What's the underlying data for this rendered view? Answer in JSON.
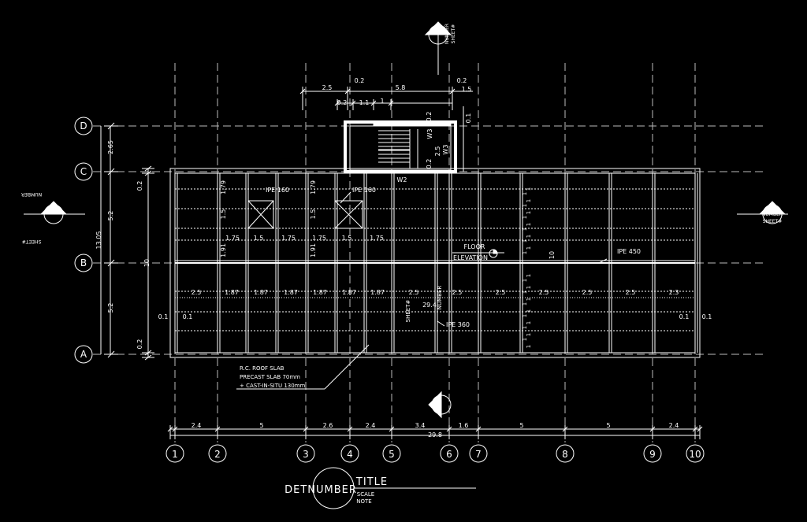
{
  "grid": {
    "columns": [
      "1",
      "2",
      "3",
      "4",
      "5",
      "6",
      "7",
      "8",
      "9",
      "10"
    ],
    "rows": [
      "D",
      "C",
      "B",
      "A"
    ]
  },
  "dimensions": {
    "bottom_spans": [
      "2.4",
      "5",
      "2.6",
      "2.4",
      "3.4",
      "1.6",
      "5",
      "5",
      "2.4"
    ],
    "bottom_total": "29.8",
    "left_outer": [
      "2.65",
      "5.2",
      "5.2"
    ],
    "left_total": "13.05",
    "left_inner": [
      "0.2",
      "0.2"
    ],
    "left_ten": "10",
    "stair_top": [
      "2.5",
      "5.8"
    ],
    "stair_top_02a": "0.2",
    "stair_top_02b": "0.2",
    "stair_small": [
      "0.2",
      "1.1",
      "1"
    ],
    "stair_right_15": "1.5",
    "stair_side": [
      "0.1",
      "0.2",
      "2.5",
      "0.2"
    ],
    "upper_row_a": [
      "1.75",
      "1.5",
      "1.75",
      "1.75",
      "1.5",
      "1.75"
    ],
    "upper_vert": [
      "1.79",
      "1.5",
      "1.91",
      "1.79",
      "1.5",
      "1.91"
    ],
    "lower_row": [
      "2.5",
      "1.87",
      "1.87",
      "1.87",
      "1.87",
      "1.87",
      "1.87",
      "2.5",
      "2.5",
      "2.5",
      "2.5",
      "2.5",
      "2.5",
      "2.3"
    ],
    "inner_len": "29.4",
    "right_ten": "10",
    "edge_left": [
      "0.1",
      "0.1"
    ],
    "edge_right": [
      "0.1",
      "0.1"
    ],
    "small_ones": [
      "1",
      "1",
      "1",
      "1",
      "1",
      "1",
      "1",
      "1",
      "1",
      "1",
      "1",
      "1",
      "1",
      "1",
      "1",
      "1",
      "1",
      "1",
      "1",
      "1",
      "1",
      "1",
      "1",
      "1",
      "1",
      "1",
      "1",
      "1",
      "1",
      "1"
    ]
  },
  "labels": {
    "beam_ipe160_a": "IPE 160",
    "beam_ipe160_b": "IPE 160",
    "beam_ipe450": "IPE 450",
    "beam_ipe360": "IPE 360",
    "wall_w2": "W2",
    "wall_w3a": "W3",
    "wall_w3b": "W3",
    "floor": "FLOOR",
    "elevation": "ELEVATION",
    "number_vert": "NUMBER",
    "sheet_vert": "SHEET#",
    "slab_note": [
      "R.C. ROOF SLAB",
      "PRECAST SLAB 70mm",
      "+ CAST-IN-SITU 130mm"
    ]
  },
  "markers": {
    "top": {
      "number": "NUMBER",
      "sheet": "SHEET#"
    },
    "left": {
      "number": "NUMBER",
      "sheet": "SHEET#"
    },
    "right": {
      "number": "NUMBER",
      "sheet": "SHEET#"
    }
  },
  "title_block": {
    "det": "DETNUMBER",
    "title": "TITLE",
    "scale": "SCALE",
    "note": "NOTE"
  },
  "colors": {
    "background": "#000000",
    "line": "#ffffff",
    "gridline": "#bbbbbb"
  }
}
